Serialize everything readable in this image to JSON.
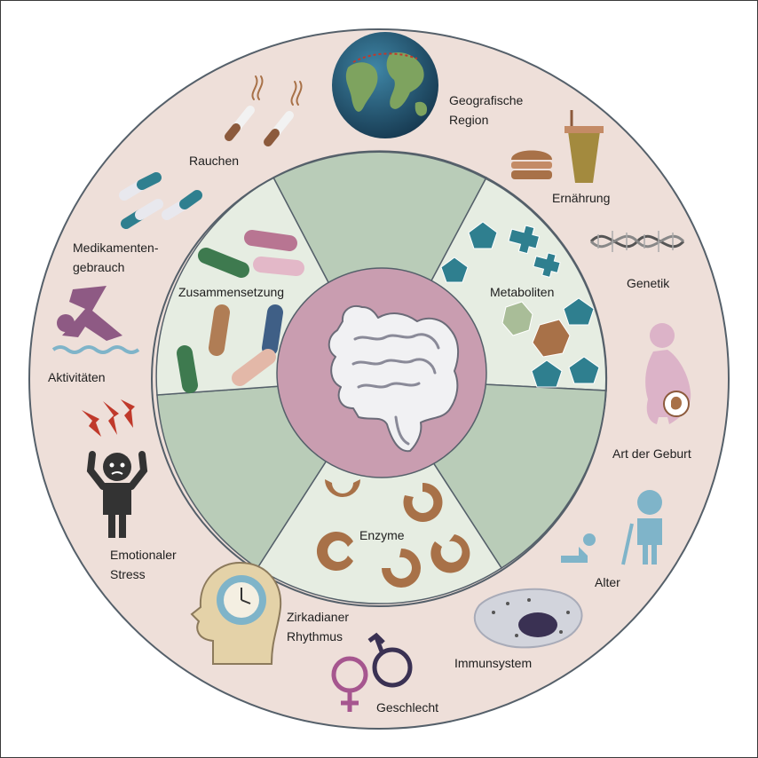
{
  "diagram": {
    "center_icon": "intestine-icon",
    "inner_labels": {
      "composition": "Zusammensetzung",
      "metabolites": "Metaboliten",
      "enzymes": "Enzyme"
    },
    "factors": {
      "geographic_region": [
        "Geografische",
        "Region"
      ],
      "nutrition": "Ernährung",
      "genetics": "Genetik",
      "birth_mode": "Art der Geburt",
      "age": "Alter",
      "immune_system": "Immunsystem",
      "sex": "Geschlecht",
      "circadian_rhythm": [
        "Zirkadianer",
        "Rhythmus"
      ],
      "emotional_stress": [
        "Emotionaler",
        "Stress"
      ],
      "activities": "Aktivitäten",
      "medication_use": [
        "Medikamenten-",
        "gebrauch"
      ],
      "smoking": "Rauchen"
    },
    "colors": {
      "outer_ring": "#eedfd9",
      "light_sector": "#e6ede2",
      "dark_sector": "#b9ccb8",
      "center": "#c99db0",
      "teal": "#2f7f8f",
      "brown": "#9c6b48",
      "purple": "#8e5a84"
    }
  }
}
